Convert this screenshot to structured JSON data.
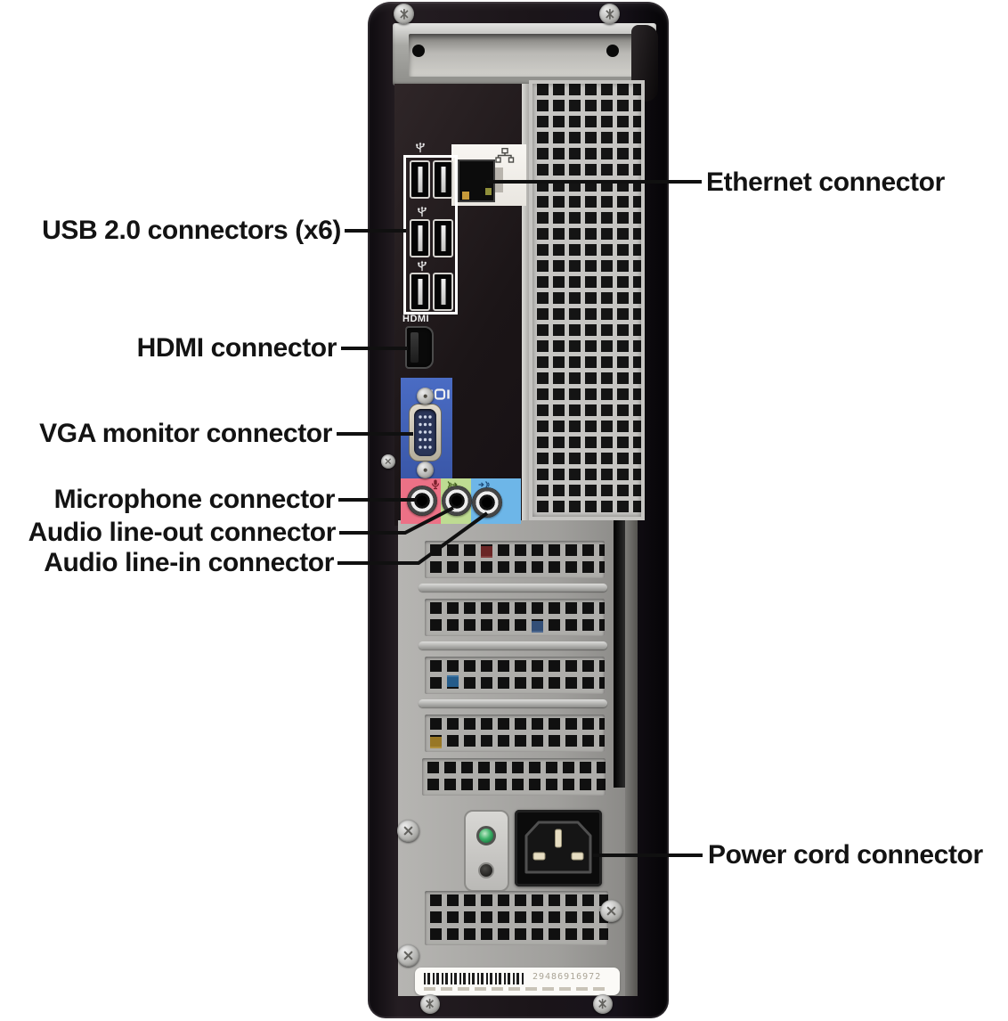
{
  "figure": {
    "title": "Desktop computer back panel connector diagram",
    "subject": "Rear view of a desktop tower with labeled ports"
  },
  "labels": [
    {
      "id": "ethernet",
      "text": "Ethernet connector"
    },
    {
      "id": "usb",
      "text": "USB 2.0 connectors (x6)"
    },
    {
      "id": "hdmi",
      "text": "HDMI connector"
    },
    {
      "id": "vga",
      "text": "VGA monitor connector"
    },
    {
      "id": "microphone",
      "text": "Microphone connector"
    },
    {
      "id": "line_out",
      "text": "Audio line-out connector"
    },
    {
      "id": "line_in",
      "text": "Audio line-in connector"
    },
    {
      "id": "power",
      "text": "Power cord connector"
    }
  ],
  "panel_text": {
    "hdmi_port_label": "HDMI",
    "service_tag_number": "29486916972"
  },
  "icons": {
    "usb": "usb-trident-icon",
    "ethernet": "network-nodes-icon",
    "vga": "monitor-icon",
    "microphone": "microphone-icon",
    "line_out": "audio-out-icon",
    "line_in": "audio-in-icon"
  },
  "colors": {
    "vga_panel": "#3f5fb5",
    "microphone_jack_panel": "#ec7186",
    "line_out_jack_panel": "#bedb92",
    "line_in_jack_panel": "#6db6e8",
    "power_led": "#3db168",
    "chassis_black": "#17131a",
    "metal_silver": "#b9b8b5",
    "callout_line": "#111111"
  }
}
